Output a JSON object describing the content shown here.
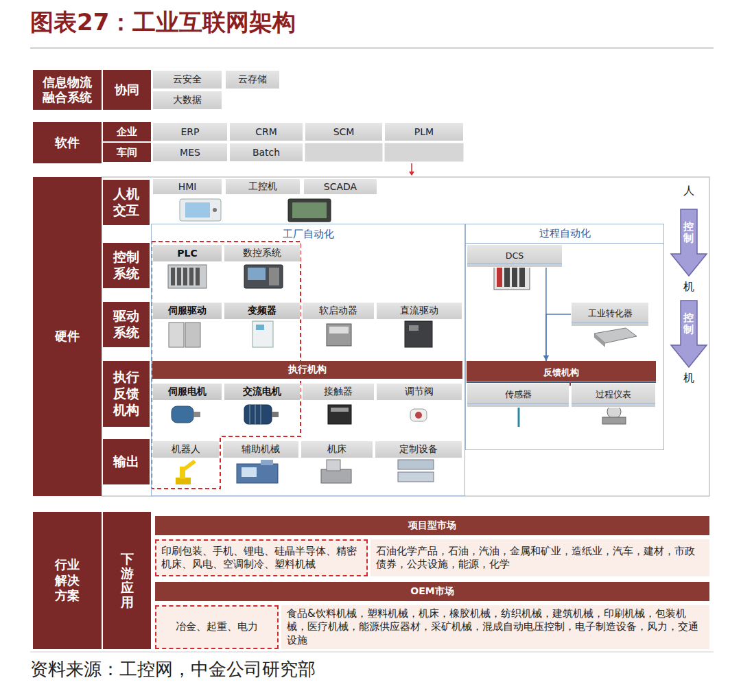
{
  "diagram": {
    "title": "图表27：工业互联网架构",
    "caption": "资料来源：工控网，中金公司研究部",
    "nodes": [
      {
        "text": [
          "信息物流融合系统"
        ]
      },
      {
        "text": [
          "协同"
        ]
      },
      {
        "text": [
          "云安全"
        ]
      },
      {
        "text": [
          "云存储"
        ]
      },
      {
        "text": [
          "大数据"
        ]
      },
      {
        "text": [
          "软件"
        ]
      },
      {
        "text": [
          "企业"
        ]
      },
      {
        "text": [
          "车间"
        ]
      },
      {
        "text": [
          "ERP"
        ]
      },
      {
        "text": [
          "CRM"
        ]
      },
      {
        "text": [
          "SCM"
        ]
      },
      {
        "text": [
          "PLM"
        ]
      },
      {
        "text": [
          "MES"
        ]
      },
      {
        "text": [
          "Batch"
        ]
      },
      {
        "text": [
          "硬件"
        ]
      },
      {
        "text": [
          "人机交互"
        ]
      },
      {
        "text": [
          "HMI"
        ]
      },
      {
        "text": [
          "工控机"
        ]
      },
      {
        "text": [
          "SCADA"
        ]
      },
      {
        "text": [
          "工厂自动化"
        ]
      },
      {
        "text": [
          "过程自动化"
        ]
      },
      {
        "text": [
          "控制系统"
        ]
      },
      {
        "text": [
          "PLC"
        ],
        "in": 19
      },
      {
        "text": [
          "数控系统"
        ],
        "in": 19
      },
      {
        "text": [
          "DCS"
        ],
        "in": 20
      },
      {
        "text": [
          "驱动系统"
        ]
      },
      {
        "text": [
          "伺服驱动"
        ],
        "in": 19
      },
      {
        "text": [
          "变频器"
        ],
        "in": 19
      },
      {
        "text": [
          "软启动器"
        ],
        "in": 19
      },
      {
        "text": [
          "直流驱动"
        ],
        "in": 19
      },
      {
        "text": [
          "工业转化器"
        ],
        "in": 20
      },
      {
        "text": [
          "执行反馈机构"
        ]
      },
      {
        "text": [
          "执行机构"
        ],
        "in": 19
      },
      {
        "text": [
          "反馈机构"
        ],
        "in": 20
      },
      {
        "text": [
          "伺服电机"
        ],
        "in": 19
      },
      {
        "text": [
          "交流电机"
        ],
        "in": 19
      },
      {
        "text": [
          "接触器"
        ],
        "in": 19
      },
      {
        "text": [
          "调节阀"
        ],
        "in": 19
      },
      {
        "text": [
          "传感器"
        ],
        "in": 20
      },
      {
        "text": [
          "过程仪表"
        ],
        "in": 20
      },
      {
        "text": [
          "输出"
        ]
      },
      {
        "text": [
          "机器人"
        ],
        "in": 19
      },
      {
        "text": [
          "辅助机械"
        ],
        "in": 19
      },
      {
        "text": [
          "机床"
        ],
        "in": 19
      },
      {
        "text": [
          "定制设备"
        ],
        "in": 19
      },
      {
        "text": [
          "行业解决方案"
        ]
      },
      {
        "text": [
          "下游应用"
        ]
      },
      {
        "text": [
          "项目型市场"
        ]
      },
      {
        "text": [
          "印刷包装、手机、锂电、硅晶半导体、精密机床、风电、空调制冷、塑料机械"
        ]
      },
      {
        "text": [
          "石油化学产品，石油，汽油，金属和矿业，造纸业，汽车，建材，市政债券，公共设施，能源，化学"
        ]
      },
      {
        "text": [
          "OEM市场"
        ]
      },
      {
        "text": [
          "冶金、起重、电力"
        ]
      },
      {
        "text": [
          "食品&饮料机械，塑料机械，机床，橡胶机械，纺织机械，建筑机械，印刷机械，包装机械，医疗机械，能源供应器材，采矿机械，混成自动电压控制，电子制造设备，风力，交通设施"
        ]
      }
    ],
    "edges": [
      {
        "from": 24,
        "to": 33,
        "arrow": "to"
      },
      {
        "from": 30,
        "to": 33,
        "arrow": "to"
      }
    ],
    "labels": [
      "人",
      "控制",
      "机",
      "控制",
      "机"
    ]
  }
}
